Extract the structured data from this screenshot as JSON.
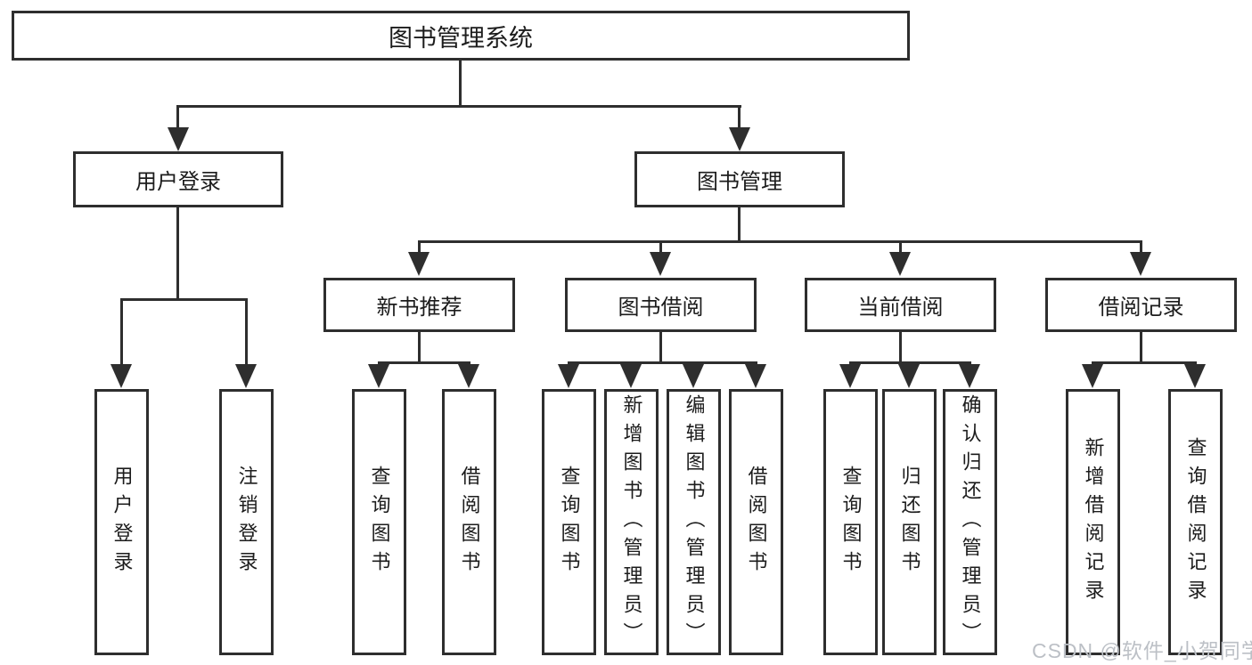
{
  "nodes": {
    "root": {
      "label": "图书管理系统"
    },
    "level2": {
      "user_login": {
        "label": "用户登录"
      },
      "book_management": {
        "label": "图书管理"
      }
    },
    "level3": {
      "new_book_recommend": {
        "label": "新书推荐"
      },
      "book_borrow": {
        "label": "图书借阅"
      },
      "current_borrow": {
        "label": "当前借阅"
      },
      "borrow_record": {
        "label": "借阅记录"
      }
    },
    "leaves": {
      "user_login": {
        "label": "用户登录"
      },
      "logout": {
        "label": "注销登录"
      },
      "nbr_query_book": {
        "label": "查询图书"
      },
      "nbr_borrow_book": {
        "label": "借阅图书"
      },
      "bb_query_book": {
        "label": "查询图书"
      },
      "bb_add_book": {
        "label": "新增图书（管理员）"
      },
      "bb_edit_book": {
        "label": "编辑图书（管理员）"
      },
      "bb_borrow_book": {
        "label": "借阅图书"
      },
      "cb_query_book": {
        "label": "查询图书"
      },
      "cb_return_book": {
        "label": "归还图书"
      },
      "cb_confirm_return": {
        "label": "确认归还（管理员）"
      },
      "br_add_record": {
        "label": "新增借阅记录"
      },
      "br_query_record": {
        "label": "查询借阅记录"
      }
    }
  },
  "watermark": {
    "text": "CSDN @软件_小贺同学"
  },
  "colors": {
    "line": "#2e2e2e",
    "text": "#1c1c1c",
    "background": "#ffffff",
    "watermark": "#bcc0c6"
  }
}
